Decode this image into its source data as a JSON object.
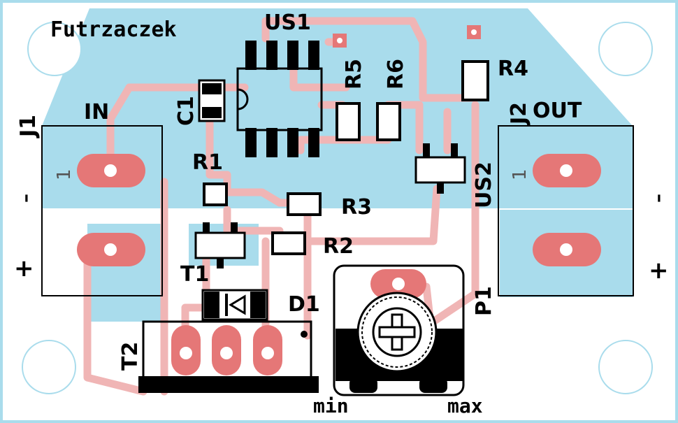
{
  "board": {
    "name": "Futrzaczek",
    "colors": {
      "copper": "#a9dcec",
      "trace": "#f0b5b5",
      "pad": "#e57777",
      "silk": "#000000",
      "border": "#a9dcec"
    }
  },
  "labels": {
    "us1": "US1",
    "us2": "US2",
    "c1": "C1",
    "r1": "R1",
    "r2": "R2",
    "r3": "R3",
    "r4": "R4",
    "r5": "R5",
    "r6": "R6",
    "t1": "T1",
    "t2": "T2",
    "d1": "D1",
    "p1": "P1",
    "j1": "J1",
    "j2": "J2",
    "in": "IN",
    "out": "OUT",
    "minus_left": "–",
    "plus_left": "+",
    "minus_right": "–",
    "plus_right": "+",
    "pin1_left": "1",
    "pin1_right": "1",
    "min": "min",
    "max": "max"
  }
}
